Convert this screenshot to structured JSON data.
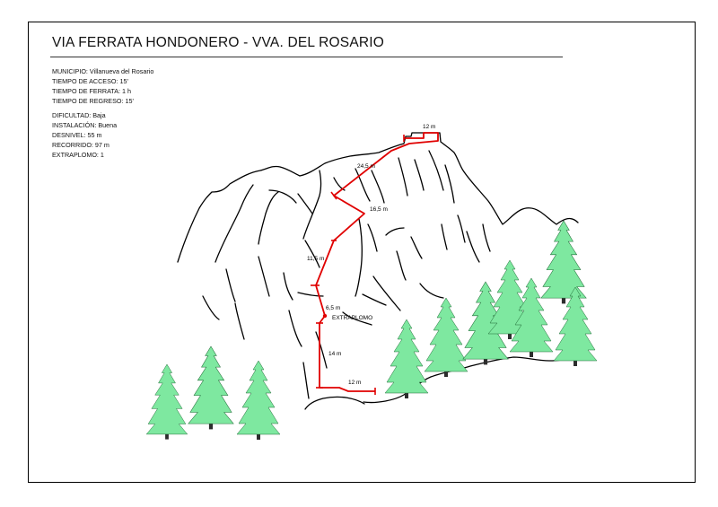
{
  "title": "VIA FERRATA HONDONERO - VVA. DEL ROSARIO",
  "info": [
    "MUNICIPIO: Villanueva del Rosario",
    "TIEMPO DE ACCESO: 15'",
    "TIEMPO DE FERRATA: 1 h",
    "TIEMPO DE REGRESO: 15'",
    "DIFICULTAD: Baja",
    "INSTALACIÓN: Buena",
    "DESNIVEL: 55 m",
    "RECORRIDO: 97 m",
    "EXTRAPLOMO: 1"
  ],
  "route_labels": {
    "top": "12 m",
    "seg1": "24,5 m",
    "seg2": "16,5 m",
    "seg3": "11,5 m",
    "seg4": "6,5 m",
    "overhang": "EXTRAPLOMO",
    "seg5": "14 m",
    "bottom": "12 m"
  },
  "colors": {
    "route": "#e00000",
    "tree": "#7ee8a0",
    "rock_lines": "#000000"
  }
}
